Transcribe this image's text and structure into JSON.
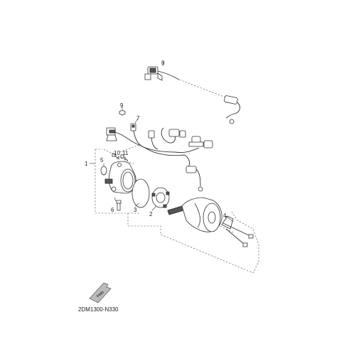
{
  "callouts": [
    "1",
    "2",
    "3",
    "4",
    "5",
    "6",
    "7",
    "8",
    "9",
    "10",
    "11"
  ],
  "diagram_code": "2DM1300-N330",
  "fwd_badge": "FWD"
}
